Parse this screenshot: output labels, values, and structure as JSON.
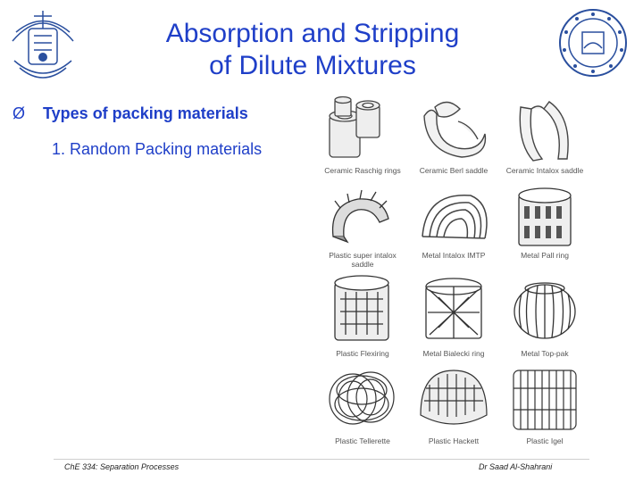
{
  "slide": {
    "title_line1": "Absorption and Stripping",
    "title_line2": "of Dilute Mixtures",
    "bullet_symbol": "Ø",
    "bullet_text": "Types of packing materials",
    "sub_item": "1. Random Packing materials"
  },
  "packings": [
    {
      "label": "Ceramic Raschig rings"
    },
    {
      "label": "Ceramic Berl saddle"
    },
    {
      "label": "Ceramic Intalox saddle"
    },
    {
      "label": "Plastic super intalox saddle"
    },
    {
      "label": "Metal Intalox IMTP"
    },
    {
      "label": "Metal Pall ring"
    },
    {
      "label": "Plastic Flexiring"
    },
    {
      "label": "Metal Bialecki ring"
    },
    {
      "label": "Metal Top-pak"
    },
    {
      "label": "Plastic Tellerette"
    },
    {
      "label": "Plastic Hackett"
    },
    {
      "label": "Plastic Igel"
    }
  ],
  "footer": {
    "course": "ChE 334: Separation Processes",
    "author": "Dr Saad Al-Shahrani"
  },
  "colors": {
    "title": "#1f3fc8",
    "logo": "#2a4f9e"
  },
  "logos": [
    "university-seal-icon",
    "department-seal-icon"
  ]
}
